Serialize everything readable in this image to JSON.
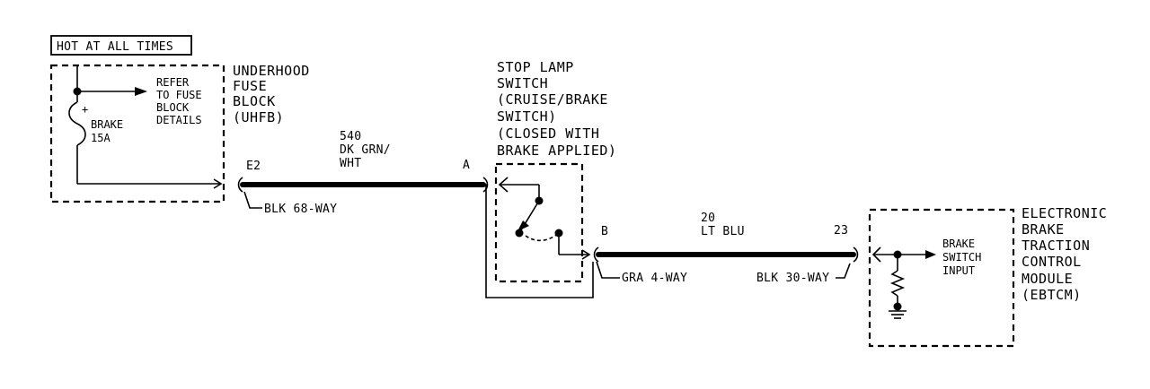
{
  "header": {
    "hot_label": "HOT AT ALL TIMES"
  },
  "fuse_block": {
    "name_lines": [
      "UNDERHOOD",
      "FUSE",
      "BLOCK",
      "(UHFB)"
    ],
    "refer_lines": [
      "REFER",
      "TO FUSE",
      "BLOCK",
      "DETAILS"
    ],
    "fuse_label_lines": [
      "BRAKE",
      "15A"
    ],
    "fuse_polarity": "+",
    "terminal": "E2",
    "connector": "BLK 68-WAY"
  },
  "wire_1": {
    "circuit": "540",
    "color_lines": [
      "DK GRN/",
      "WHT"
    ]
  },
  "stop_lamp_switch": {
    "name_lines": [
      "STOP LAMP",
      "SWITCH",
      "(CRUISE/BRAKE",
      "SWITCH)",
      "(CLOSED WITH",
      "BRAKE APPLIED)"
    ],
    "terminal_in": "A",
    "terminal_out": "B",
    "connector": "GRA 4-WAY"
  },
  "wire_2": {
    "circuit": "20",
    "color": "LT BLU"
  },
  "ebtcm": {
    "name_lines": [
      "ELECTRONIC",
      "BRAKE",
      "TRACTION",
      "CONTROL",
      "MODULE",
      "(EBTCM)"
    ],
    "terminal": "23",
    "connector": "BLK 30-WAY",
    "input_lines": [
      "BRAKE",
      "SWITCH",
      "INPUT"
    ]
  }
}
